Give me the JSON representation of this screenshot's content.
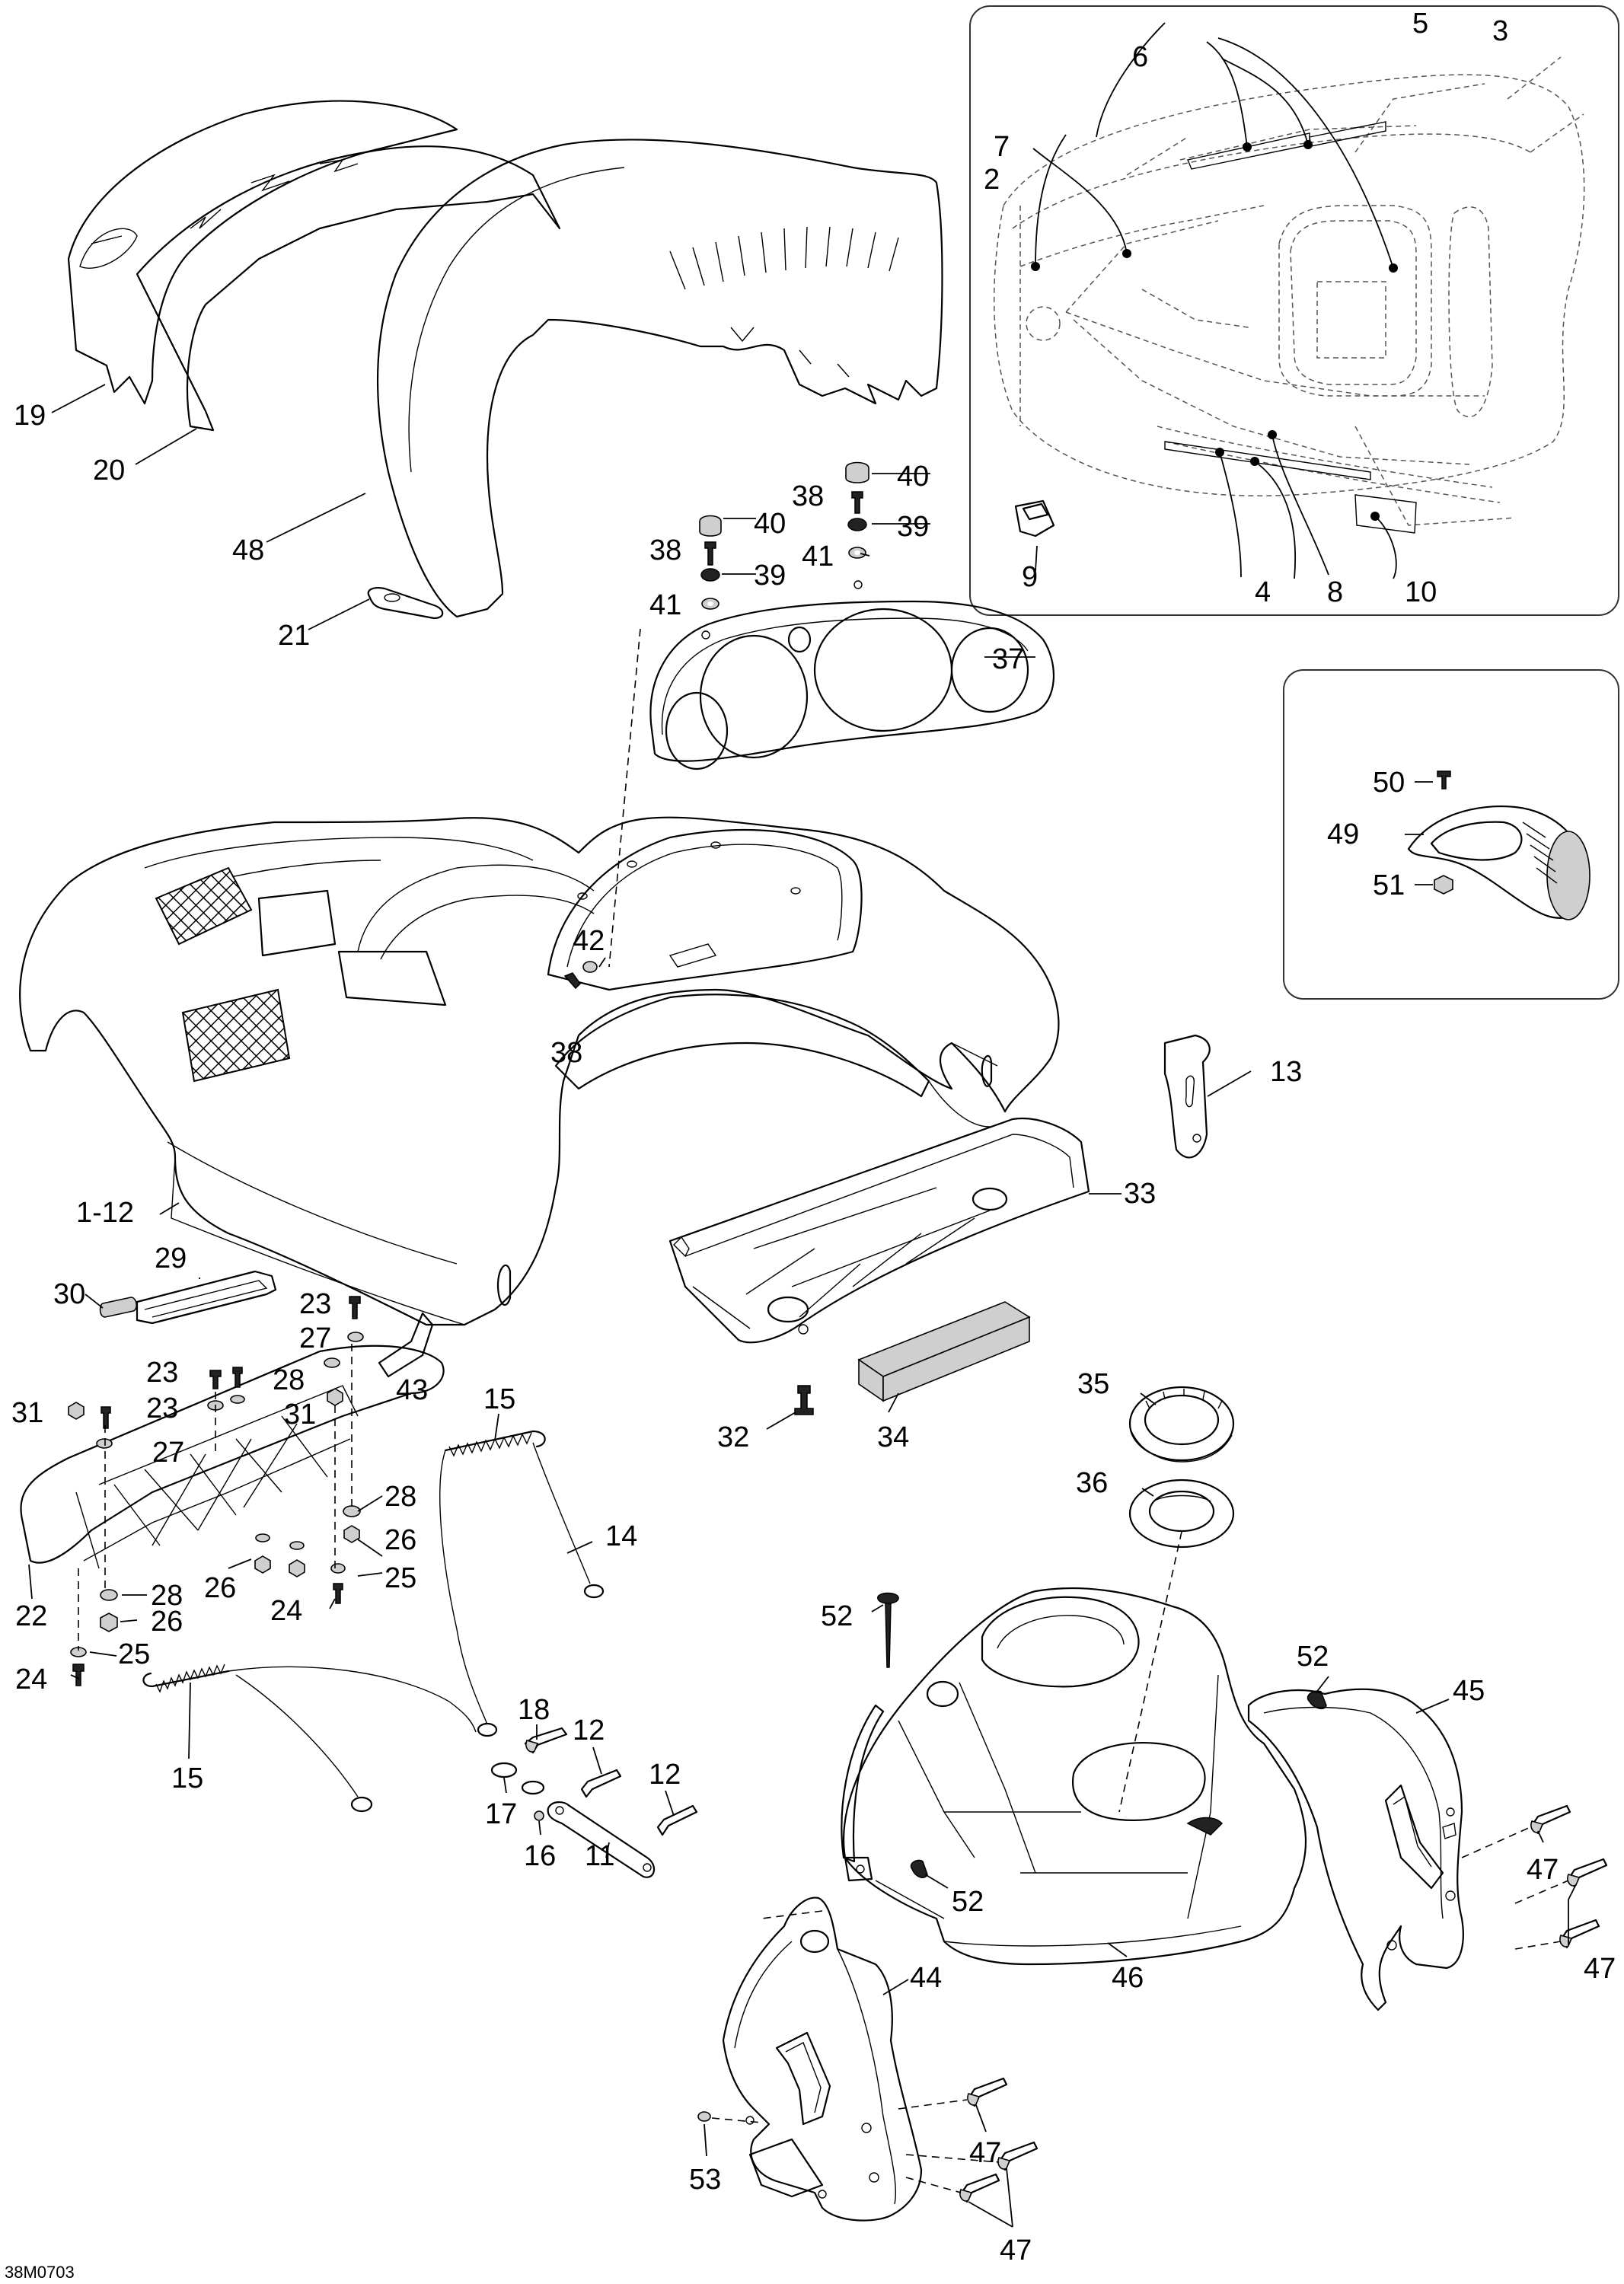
{
  "diagram_code": "38M0703",
  "labels": [
    {
      "id": "l19",
      "text": "19"
    },
    {
      "id": "l20",
      "text": "20"
    },
    {
      "id": "l48",
      "text": "48"
    },
    {
      "id": "l21",
      "text": "21"
    },
    {
      "id": "l40a",
      "text": "40"
    },
    {
      "id": "l38a",
      "text": "38"
    },
    {
      "id": "l39a",
      "text": "39"
    },
    {
      "id": "l41a",
      "text": "41"
    },
    {
      "id": "l38b",
      "text": "38"
    },
    {
      "id": "l40b",
      "text": "40"
    },
    {
      "id": "l39b",
      "text": "39"
    },
    {
      "id": "l41b",
      "text": "41"
    },
    {
      "id": "l37",
      "text": "37"
    },
    {
      "id": "l6",
      "text": "6"
    },
    {
      "id": "l5",
      "text": "5"
    },
    {
      "id": "l3",
      "text": "3"
    },
    {
      "id": "l7",
      "text": "7"
    },
    {
      "id": "l2",
      "text": "2"
    },
    {
      "id": "l9",
      "text": "9"
    },
    {
      "id": "l4",
      "text": "4"
    },
    {
      "id": "l8",
      "text": "8"
    },
    {
      "id": "l10",
      "text": "10"
    },
    {
      "id": "l50",
      "text": "50"
    },
    {
      "id": "l49",
      "text": "49"
    },
    {
      "id": "l51",
      "text": "51"
    },
    {
      "id": "l42",
      "text": "42"
    },
    {
      "id": "l38c",
      "text": "38"
    },
    {
      "id": "l13",
      "text": "13"
    },
    {
      "id": "l1-12",
      "text": "1-12"
    },
    {
      "id": "l33",
      "text": "33"
    },
    {
      "id": "l29",
      "text": "29"
    },
    {
      "id": "l30",
      "text": "30"
    },
    {
      "id": "l23a",
      "text": "23"
    },
    {
      "id": "l27a",
      "text": "27"
    },
    {
      "id": "l43",
      "text": "43"
    },
    {
      "id": "l23b",
      "text": "23"
    },
    {
      "id": "l28a",
      "text": "28"
    },
    {
      "id": "l31a",
      "text": "31"
    },
    {
      "id": "l23c",
      "text": "23"
    },
    {
      "id": "l31b",
      "text": "31"
    },
    {
      "id": "l27b",
      "text": "27"
    },
    {
      "id": "l32",
      "text": "32"
    },
    {
      "id": "l34",
      "text": "34"
    },
    {
      "id": "l35",
      "text": "35"
    },
    {
      "id": "l36",
      "text": "36"
    },
    {
      "id": "l15a",
      "text": "15"
    },
    {
      "id": "l14",
      "text": "14"
    },
    {
      "id": "l28b",
      "text": "28"
    },
    {
      "id": "l26a",
      "text": "26"
    },
    {
      "id": "l26b",
      "text": "26"
    },
    {
      "id": "l25a",
      "text": "25"
    },
    {
      "id": "l24a",
      "text": "24"
    },
    {
      "id": "l28c",
      "text": "28"
    },
    {
      "id": "l26c",
      "text": "26"
    },
    {
      "id": "l22",
      "text": "22"
    },
    {
      "id": "l25b",
      "text": "25"
    },
    {
      "id": "l24b",
      "text": "24"
    },
    {
      "id": "l15b",
      "text": "15"
    },
    {
      "id": "l18",
      "text": "18"
    },
    {
      "id": "l12a",
      "text": "12"
    },
    {
      "id": "l12b",
      "text": "12"
    },
    {
      "id": "l17",
      "text": "17"
    },
    {
      "id": "l16",
      "text": "16"
    },
    {
      "id": "l11",
      "text": "11"
    },
    {
      "id": "l52a",
      "text": "52"
    },
    {
      "id": "l52b",
      "text": "52"
    },
    {
      "id": "l45",
      "text": "45"
    },
    {
      "id": "l47a",
      "text": "47"
    },
    {
      "id": "l47b",
      "text": "47"
    },
    {
      "id": "l52c",
      "text": "52"
    },
    {
      "id": "l46",
      "text": "46"
    },
    {
      "id": "l44",
      "text": "44"
    },
    {
      "id": "l47c",
      "text": "47"
    },
    {
      "id": "l53",
      "text": "53"
    },
    {
      "id": "l47d",
      "text": "47"
    }
  ]
}
